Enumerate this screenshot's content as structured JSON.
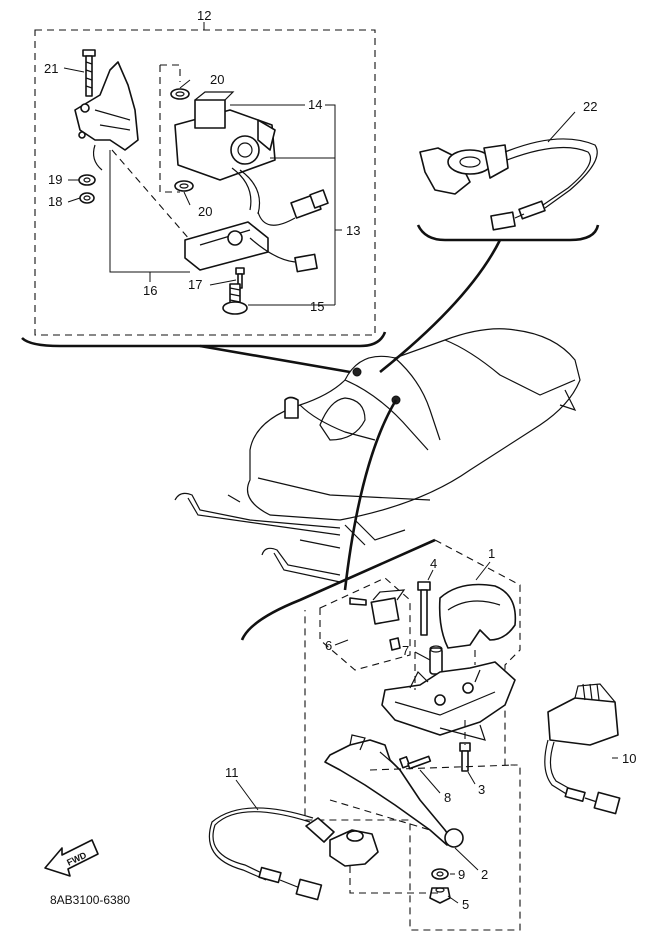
{
  "figure_code": "8AB3100-6380",
  "fwd_label": "FWD",
  "callouts": {
    "c1": "1",
    "c2": "2",
    "c3": "3",
    "c4": "4",
    "c5": "5",
    "c6": "6",
    "c7": "7",
    "c8": "8",
    "c9": "9",
    "c10": "10",
    "c11": "11",
    "c12": "12",
    "c13": "13",
    "c14": "14",
    "c15": "15",
    "c16": "16",
    "c17": "17",
    "c18": "18",
    "c19": "19",
    "c20a": "20",
    "c20b": "20",
    "c21": "21",
    "c22": "22"
  }
}
